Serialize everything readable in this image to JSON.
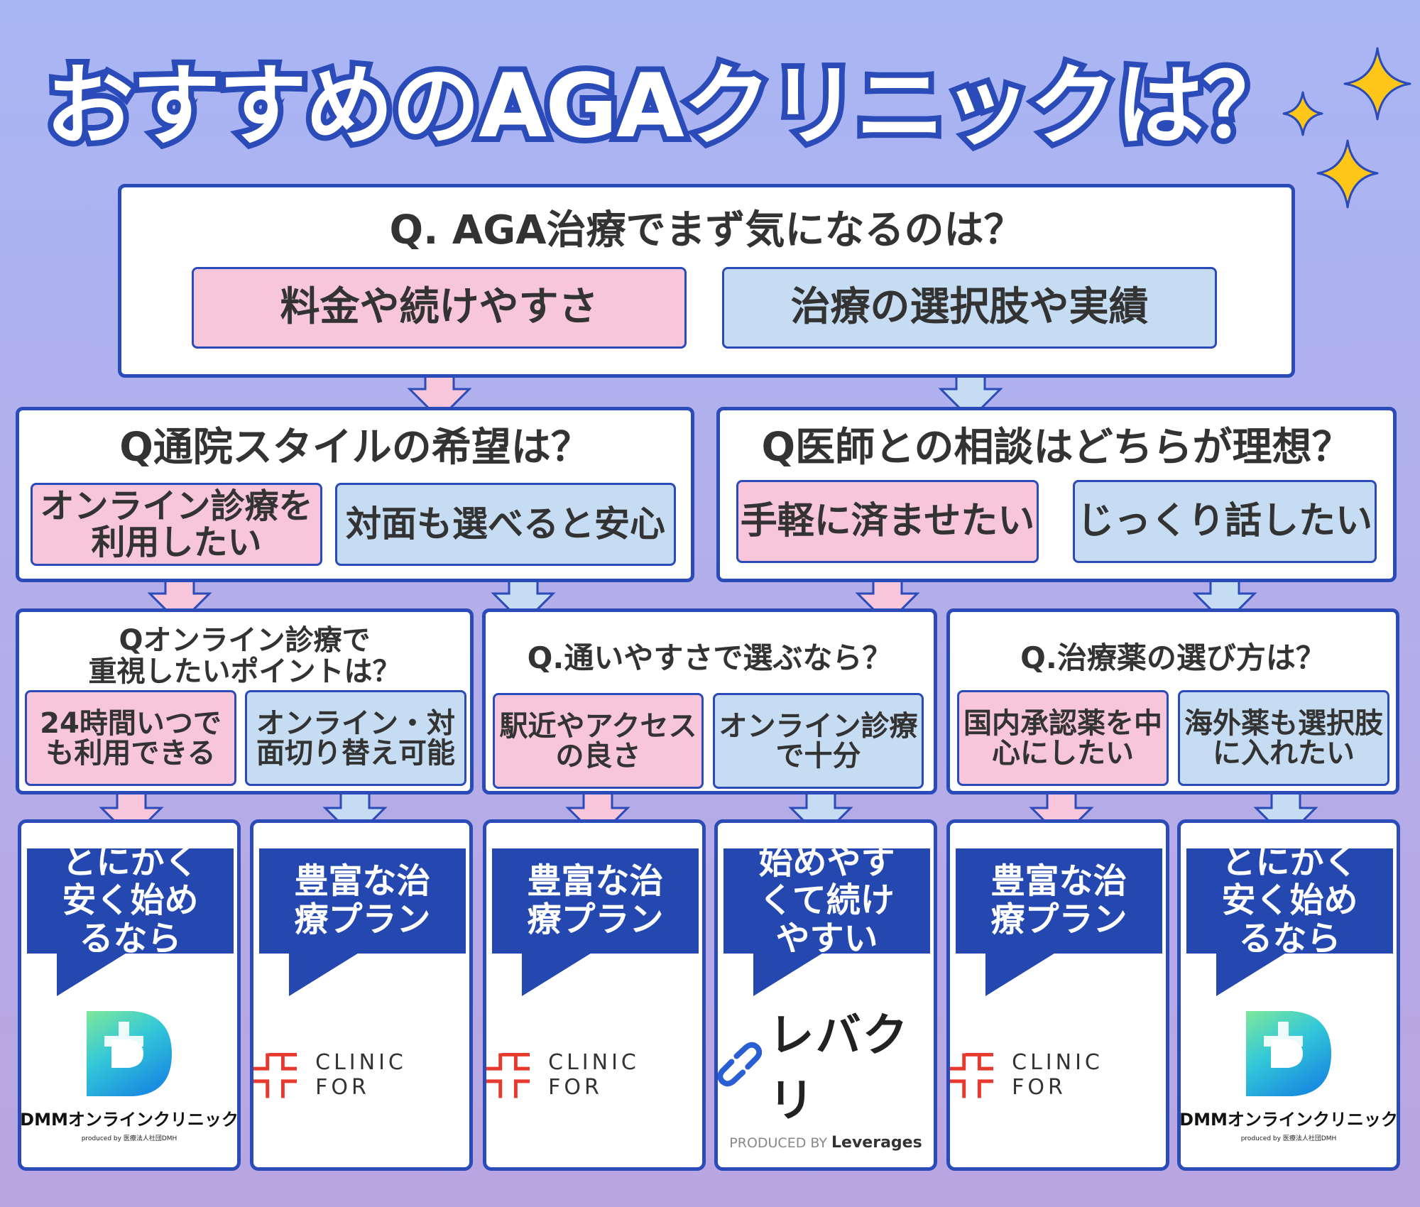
{
  "title": "おすすめのAGAクリニックは？",
  "colors": {
    "border": "#2a4bb8",
    "pink": "#f8c6da",
    "blue": "#c6dcf2",
    "banner": "#2447b0",
    "star": "#ffc61a"
  },
  "q1": {
    "question": "Q. AGA治療でまず気になるのは？",
    "options": [
      "料金や続けやすさ",
      "治療の選択肢や実績"
    ]
  },
  "q2a": {
    "question": "Q通院スタイルの希望は？",
    "options": [
      "オンライン診療を利用したい",
      "対面も選べると安心"
    ]
  },
  "q2b": {
    "question": "Q医師との相談はどちらが理想？",
    "options": [
      "手軽に済ませたい",
      "じっくり話したい"
    ]
  },
  "q3a": {
    "question_line1": "Qオンライン診療で",
    "question_line2": "重視したいポイントは？",
    "options": [
      "24時間いつでも利用できる",
      "オンライン・対面切り替え可能"
    ]
  },
  "q3b": {
    "question": "Q.通いやすさで選ぶなら？",
    "options": [
      "駅近やアクセスの良さ",
      "オンライン診療で十分"
    ]
  },
  "q3c": {
    "question": "Q.治療薬の選び方は？",
    "options": [
      "国内承認薬を中心にしたい",
      "海外薬も選択肢に入れたい"
    ]
  },
  "results": [
    {
      "banner": "とにかく安く始めるなら",
      "logo": "dmm"
    },
    {
      "banner": "豊富な治療プラン",
      "logo": "clinicfor"
    },
    {
      "banner": "豊富な治療プラン",
      "logo": "clinicfor"
    },
    {
      "banner": "始めやすくて続けやすい",
      "logo": "levcli"
    },
    {
      "banner": "豊富な治療プラン",
      "logo": "clinicfor"
    },
    {
      "banner": "とにかく安く始めるなら",
      "logo": "dmm"
    }
  ],
  "logos": {
    "dmm": {
      "name": "DMMオンラインクリニック",
      "sub": "produced by 医療法人社団DMH"
    },
    "clinicfor": {
      "name": "CLINIC FOR"
    },
    "levcli": {
      "name": "レバクリ",
      "sub_prefix": "PRODUCED BY",
      "sub_brand": "Leverages"
    }
  }
}
